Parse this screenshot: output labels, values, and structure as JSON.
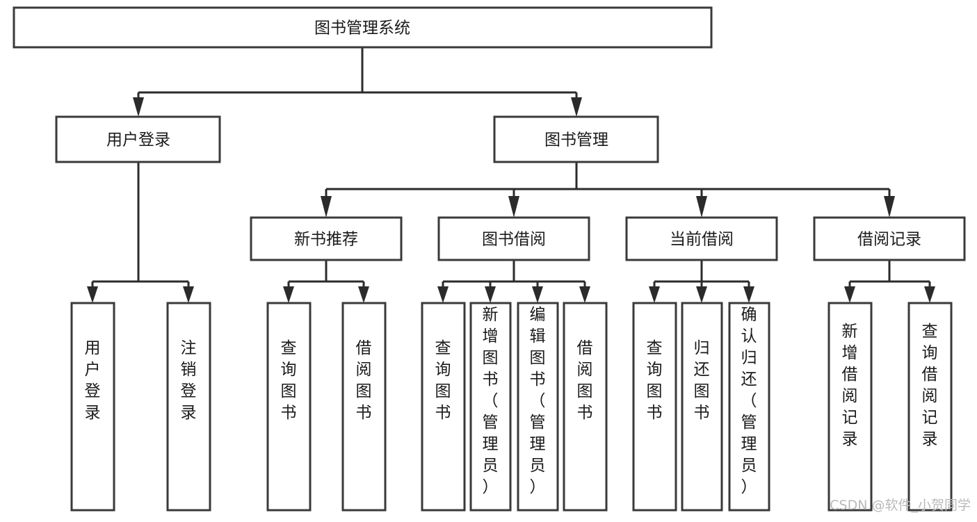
{
  "diagram": {
    "title": "图书管理系统",
    "type": "tree-hierarchy",
    "watermark": "CSDN @软件_小贺同学"
  },
  "nodes": {
    "root": {
      "label": "图书管理系统",
      "orientation": "horizontal"
    },
    "level2": [
      {
        "id": "user-login",
        "label": "用户登录",
        "orientation": "horizontal"
      },
      {
        "id": "book-manage",
        "label": "图书管理",
        "orientation": "horizontal"
      }
    ],
    "level3": [
      {
        "id": "new-book-recommend",
        "label": "新书推荐",
        "orientation": "horizontal"
      },
      {
        "id": "book-borrow",
        "label": "图书借阅",
        "orientation": "horizontal"
      },
      {
        "id": "current-borrow",
        "label": "当前借阅",
        "orientation": "horizontal"
      },
      {
        "id": "borrow-record",
        "label": "借阅记录",
        "orientation": "horizontal"
      }
    ],
    "leaves": {
      "user-login": [
        {
          "id": "leaf-user-login",
          "label": "用户登录",
          "orientation": "vertical"
        },
        {
          "id": "leaf-user-logout",
          "label": "注销登录",
          "orientation": "vertical"
        }
      ],
      "new-book-recommend": [
        {
          "id": "leaf-query-book-1",
          "label": "查询图书",
          "orientation": "vertical"
        },
        {
          "id": "leaf-borrow-book-1",
          "label": "借阅图书",
          "orientation": "vertical"
        }
      ],
      "book-borrow": [
        {
          "id": "leaf-query-book-2",
          "label": "查询图书",
          "orientation": "vertical"
        },
        {
          "id": "leaf-add-book",
          "label": "新增图书（管理员）",
          "orientation": "vertical"
        },
        {
          "id": "leaf-edit-book",
          "label": "编辑图书（管理员）",
          "orientation": "vertical"
        },
        {
          "id": "leaf-borrow-book-2",
          "label": "借阅图书",
          "orientation": "vertical"
        }
      ],
      "current-borrow": [
        {
          "id": "leaf-query-book-3",
          "label": "查询图书",
          "orientation": "vertical"
        },
        {
          "id": "leaf-return-book",
          "label": "归还图书",
          "orientation": "vertical"
        },
        {
          "id": "leaf-confirm-return",
          "label": "确认归还（管理员）",
          "orientation": "vertical"
        }
      ],
      "borrow-record": [
        {
          "id": "leaf-add-record",
          "label": "新增借阅记录",
          "orientation": "vertical"
        },
        {
          "id": "leaf-query-record",
          "label": "查询借阅记录",
          "orientation": "vertical"
        }
      ]
    }
  },
  "colors": {
    "box_stroke": "#3a3a3a",
    "connector": "#2b2b2b",
    "background": "#ffffff",
    "text": "#1a1a1a",
    "watermark": "#b9b9b9"
  }
}
